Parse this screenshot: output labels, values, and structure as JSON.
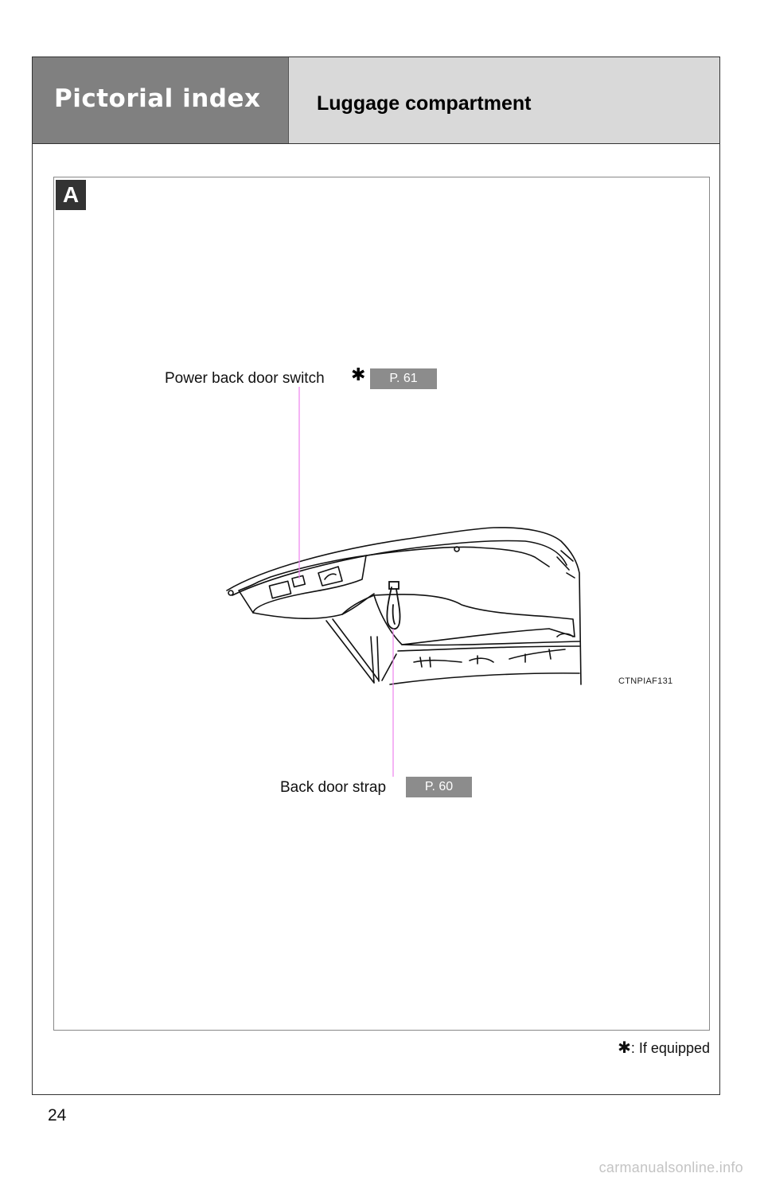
{
  "header": {
    "section_title": "Pictorial index",
    "page_title": "Luggage compartment"
  },
  "figure": {
    "badge": "A",
    "image_code": "CTNPIAF131",
    "callouts": [
      {
        "label": "Power back door switch",
        "asterisk": "✱",
        "page_ref": "P. 61"
      },
      {
        "label": "Back door strap",
        "page_ref": "P. 60"
      }
    ]
  },
  "footnote": {
    "asterisk": "✱",
    "text": ": If equipped"
  },
  "page_number": "24",
  "watermark": "carmanualsonline.info",
  "colors": {
    "header_dark": "#808080",
    "header_light": "#d9d9d9",
    "page_ref_bg": "#8c8c8c",
    "leader_line": "#ee82ee"
  }
}
